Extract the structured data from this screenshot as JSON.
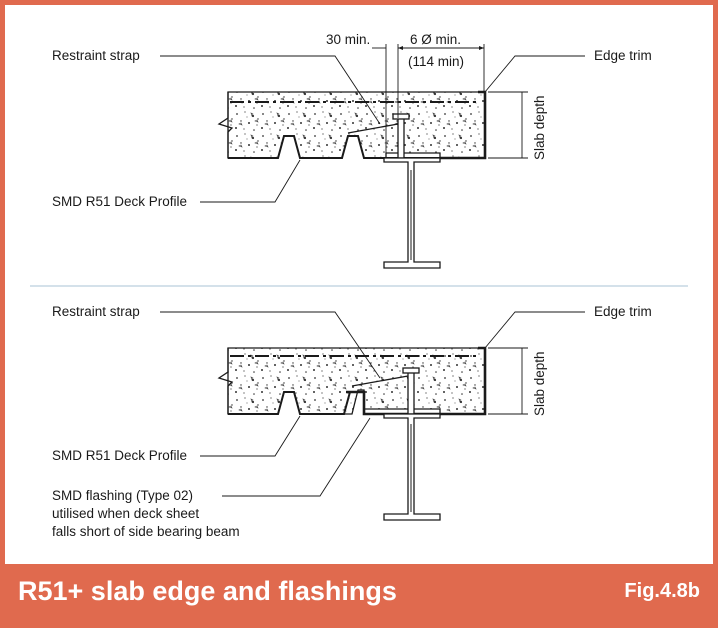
{
  "top_detail": {
    "restraint_strap": "Restraint strap",
    "edge_trim": "Edge trim",
    "slab_depth": "Slab depth",
    "deck_profile": "SMD R51 Deck Profile",
    "dim_30": "30 min.",
    "dim_6": "6 Ø min.",
    "dim_114": "(114 min)"
  },
  "bottom_detail": {
    "restraint_strap": "Restraint strap",
    "edge_trim": "Edge trim",
    "slab_depth": "Slab depth",
    "deck_profile": "SMD R51 Deck Profile",
    "flashing_line1": "SMD flashing (Type 02)",
    "flashing_line2": "utilised when deck sheet",
    "flashing_line3": "falls short of side bearing beam"
  },
  "banner": {
    "title": "R51+ slab edge and flashings",
    "fig": "Fig.4.8b"
  },
  "colors": {
    "accent": "#E06A4E",
    "divider": "#A9C3D4",
    "line": "#1a1a1a"
  }
}
